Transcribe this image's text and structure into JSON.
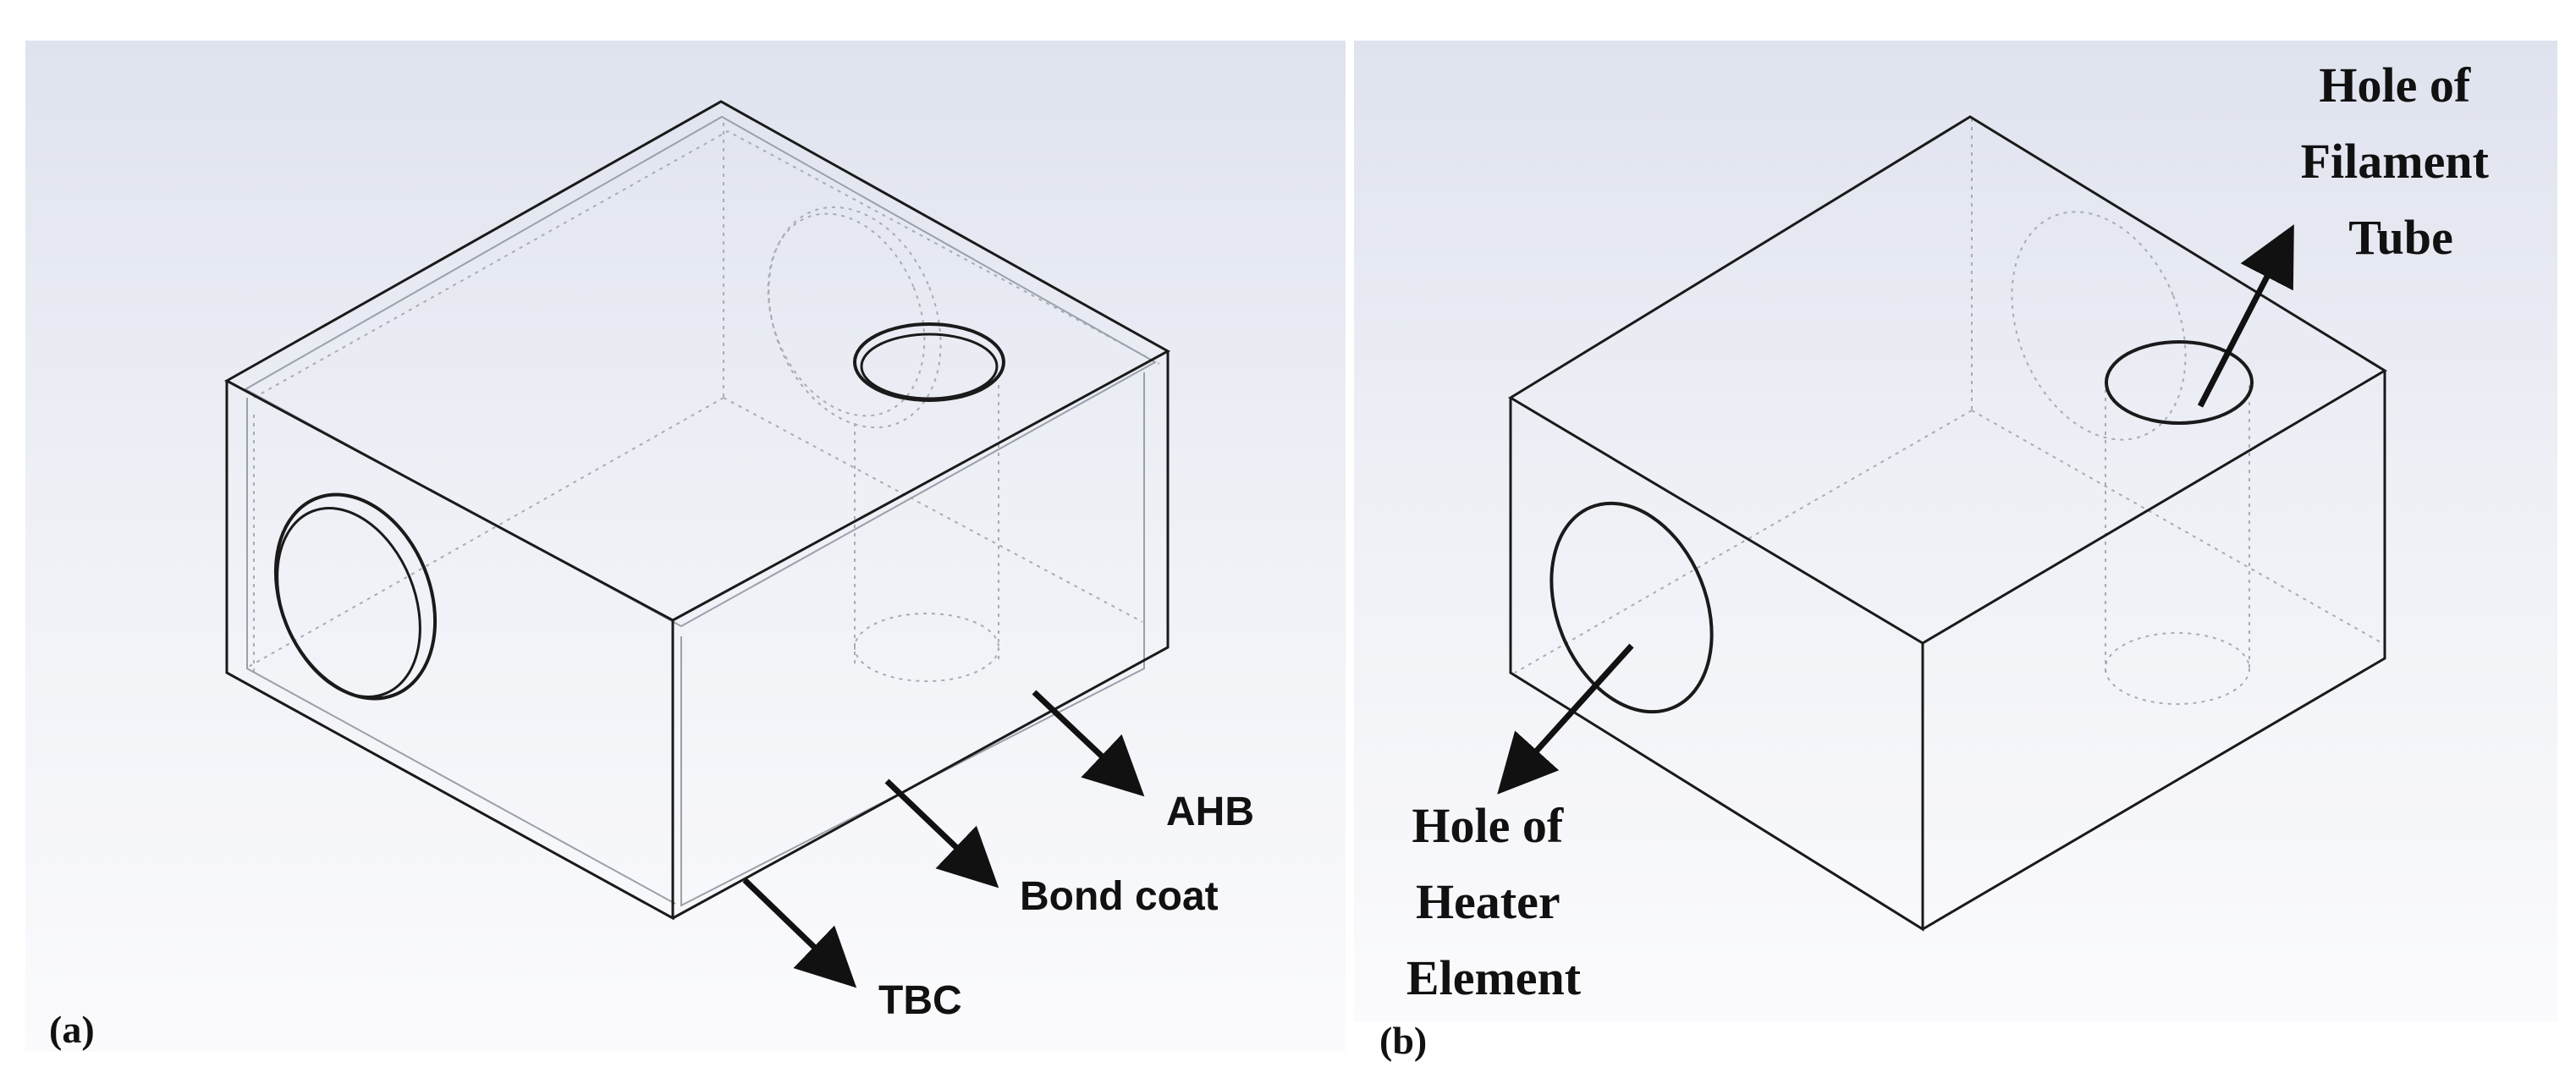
{
  "panel_a": {
    "label": "(a)",
    "callouts": {
      "ahb": "AHB",
      "bond_coat": "Bond coat",
      "tbc": "TBC"
    }
  },
  "panel_b": {
    "label": "(b)",
    "callouts": {
      "filament_tube": [
        "Hole of",
        "Filament",
        "Tube"
      ],
      "heater_element": [
        "Hole of",
        "Heater",
        "Element"
      ]
    }
  },
  "colors": {
    "line": "#1a1a1a",
    "hidden_line": "#9a9a9a",
    "bg_top": "#e4e7f0",
    "bg_mid": "#f7f8fb"
  }
}
